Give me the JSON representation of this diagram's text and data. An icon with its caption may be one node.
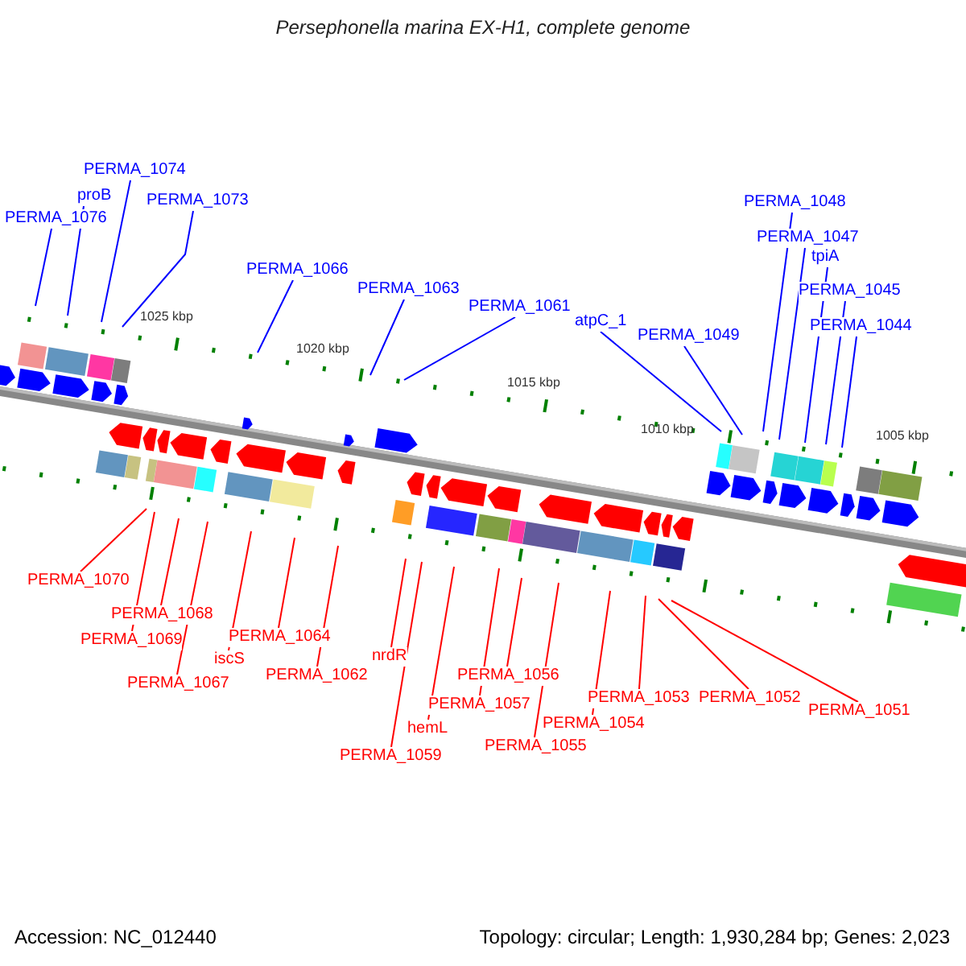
{
  "diagram": {
    "title": "Persephonella marina EX-H1, complete genome",
    "nodes": [
      {
        "text": [
          "PERMA_1076"
        ]
      },
      {
        "text": [
          "proB"
        ]
      },
      {
        "text": [
          "PERMA_1074"
        ]
      },
      {
        "text": [
          "PERMA_1073"
        ]
      },
      {
        "text": [
          "PERMA_1066"
        ]
      },
      {
        "text": [
          "PERMA_1063"
        ]
      },
      {
        "text": [
          "PERMA_1061"
        ]
      },
      {
        "text": [
          "atpC_1"
        ]
      },
      {
        "text": [
          "PERMA_1049"
        ]
      },
      {
        "text": [
          "PERMA_1048"
        ]
      },
      {
        "text": [
          "PERMA_1047"
        ]
      },
      {
        "text": [
          "tpiA"
        ]
      },
      {
        "text": [
          "PERMA_1045"
        ]
      },
      {
        "text": [
          "PERMA_1044"
        ]
      },
      {
        "text": [
          "PERMA_1070"
        ]
      },
      {
        "text": [
          "PERMA_1068"
        ]
      },
      {
        "text": [
          "PERMA_1069"
        ]
      },
      {
        "text": [
          "PERMA_1067"
        ]
      },
      {
        "text": [
          "iscS"
        ]
      },
      {
        "text": [
          "PERMA_1064"
        ]
      },
      {
        "text": [
          "PERMA_1062"
        ]
      },
      {
        "text": [
          "nrdR"
        ]
      },
      {
        "text": [
          "PERMA_1059"
        ]
      },
      {
        "text": [
          "hemL"
        ]
      },
      {
        "text": [
          "PERMA_1057"
        ]
      },
      {
        "text": [
          "PERMA_1056"
        ]
      },
      {
        "text": [
          "PERMA_1055"
        ]
      },
      {
        "text": [
          "PERMA_1054"
        ]
      },
      {
        "text": [
          "PERMA_1053"
        ]
      },
      {
        "text": [
          "PERMA_1052"
        ]
      },
      {
        "text": [
          "PERMA_1051"
        ]
      }
    ],
    "edges": [
      {
        "from": 0,
        "to": null,
        "arrow": "none",
        "color": "#0000ff"
      },
      {
        "from": 1,
        "to": null,
        "arrow": "none",
        "color": "#0000ff"
      },
      {
        "from": 2,
        "to": null,
        "arrow": "none",
        "color": "#0000ff"
      },
      {
        "from": 3,
        "to": null,
        "arrow": "none",
        "color": "#0000ff"
      },
      {
        "from": 4,
        "to": null,
        "arrow": "none",
        "color": "#0000ff"
      },
      {
        "from": 5,
        "to": null,
        "arrow": "none",
        "color": "#0000ff"
      },
      {
        "from": 6,
        "to": null,
        "arrow": "none",
        "color": "#0000ff"
      },
      {
        "from": 7,
        "to": null,
        "arrow": "none",
        "color": "#0000ff"
      },
      {
        "from": 8,
        "to": null,
        "arrow": "none",
        "color": "#0000ff"
      },
      {
        "from": 9,
        "to": null,
        "arrow": "none",
        "color": "#0000ff"
      },
      {
        "from": 10,
        "to": null,
        "arrow": "none",
        "color": "#0000ff"
      },
      {
        "from": 11,
        "to": null,
        "arrow": "none",
        "color": "#0000ff"
      },
      {
        "from": 12,
        "to": null,
        "arrow": "none",
        "color": "#0000ff"
      },
      {
        "from": 13,
        "to": null,
        "arrow": "none",
        "color": "#0000ff"
      },
      {
        "from": 14,
        "to": null,
        "arrow": "none"
      },
      {
        "from": 15,
        "to": null,
        "arrow": "none"
      },
      {
        "from": 16,
        "to": null,
        "arrow": "none"
      },
      {
        "from": 17,
        "to": null,
        "arrow": "none"
      },
      {
        "from": 18,
        "to": null,
        "arrow": "none"
      },
      {
        "from": 19,
        "to": null,
        "arrow": "none"
      },
      {
        "from": 20,
        "to": null,
        "arrow": "none"
      },
      {
        "from": 21,
        "to": null,
        "arrow": "none"
      },
      {
        "from": 22,
        "to": null,
        "arrow": "none"
      },
      {
        "from": 23,
        "to": null,
        "arrow": "none"
      },
      {
        "from": 24,
        "to": null,
        "arrow": "none"
      },
      {
        "from": 25,
        "to": null,
        "arrow": "none"
      },
      {
        "from": 26,
        "to": null,
        "arrow": "none"
      },
      {
        "from": 27,
        "to": null,
        "arrow": "none"
      },
      {
        "from": 28,
        "to": null,
        "arrow": "none"
      },
      {
        "from": 29,
        "to": null,
        "arrow": "none"
      },
      {
        "from": 30,
        "to": null,
        "arrow": "none"
      }
    ],
    "labels": [
      "1025 kbp",
      "1020 kbp",
      "1015 kbp",
      "1010 kbp",
      "1005 kbp",
      "Accession: NC_012440",
      "Topology: circular; Length: 1,930,284 bp; Genes: 2,023"
    ]
  }
}
